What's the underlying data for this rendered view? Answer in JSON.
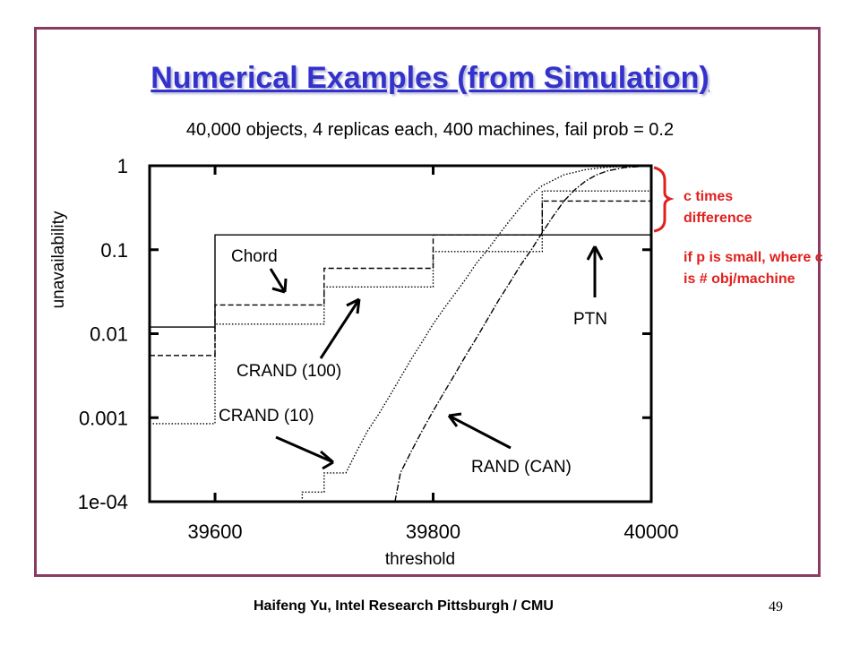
{
  "slide": {
    "title": "Numerical Examples (from Simulation)",
    "subtitle": "40,000 objects, 4 replicas each, 400 machines, fail prob = 0.2",
    "footer": "Haifeng Yu, Intel Research Pittsburgh / CMU",
    "page_number": "49",
    "annotation_1": "c times difference",
    "annotation_2": "if p is small, where c is # obj/machine",
    "colors": {
      "frame": "#8b3a62",
      "title": "#3333cc",
      "annotation": "#e0201e",
      "brace": "#e0201e"
    }
  },
  "chart_data": {
    "type": "line",
    "title": "",
    "xlabel": "threshold",
    "ylabel": "unavailability",
    "y_scale": "log",
    "xlim": [
      39540,
      40000
    ],
    "ylim": [
      0.0001,
      1
    ],
    "x_ticks": [
      39600,
      39800,
      40000
    ],
    "x_tick_labels": [
      "39600",
      "39800",
      "40000"
    ],
    "y_ticks": [
      1,
      0.1,
      0.01,
      0.001,
      0.0001
    ],
    "y_tick_labels": [
      "1",
      "0.1",
      "0.01",
      "0.001",
      "1e-04"
    ],
    "grid": false,
    "series": [
      {
        "name": "PTN",
        "style": "solid",
        "points": [
          [
            39540,
            0.012
          ],
          [
            39600,
            0.012
          ],
          [
            39600,
            0.15
          ],
          [
            39800,
            0.15
          ],
          [
            40000,
            0.15
          ]
        ]
      },
      {
        "name": "Chord",
        "style": "dashed",
        "points": [
          [
            39540,
            0.0055
          ],
          [
            39600,
            0.0055
          ],
          [
            39600,
            0.022
          ],
          [
            39700,
            0.022
          ],
          [
            39700,
            0.06
          ],
          [
            39800,
            0.06
          ],
          [
            39800,
            0.15
          ],
          [
            39900,
            0.15
          ],
          [
            39900,
            0.38
          ],
          [
            40000,
            0.38
          ]
        ]
      },
      {
        "name": "CRAND (100)",
        "style": "dotted",
        "points": [
          [
            39540,
            0.00085
          ],
          [
            39600,
            0.00085
          ],
          [
            39600,
            0.013
          ],
          [
            39700,
            0.013
          ],
          [
            39700,
            0.036
          ],
          [
            39800,
            0.036
          ],
          [
            39800,
            0.095
          ],
          [
            39900,
            0.095
          ],
          [
            39900,
            0.5
          ],
          [
            40000,
            0.5
          ]
        ]
      },
      {
        "name": "CRAND (10)",
        "style": "dotted",
        "points": [
          [
            39680,
            0.0001
          ],
          [
            39680,
            0.00013
          ],
          [
            39700,
            0.00013
          ],
          [
            39700,
            0.00022
          ],
          [
            39720,
            0.00022
          ],
          [
            39730,
            0.0004
          ],
          [
            39740,
            0.0007
          ],
          [
            39750,
            0.0011
          ],
          [
            39760,
            0.0018
          ],
          [
            39770,
            0.003
          ],
          [
            39780,
            0.005
          ],
          [
            39790,
            0.008
          ],
          [
            39800,
            0.013
          ],
          [
            39810,
            0.02
          ],
          [
            39820,
            0.03
          ],
          [
            39830,
            0.045
          ],
          [
            39840,
            0.07
          ],
          [
            39850,
            0.1
          ],
          [
            39860,
            0.15
          ],
          [
            39870,
            0.22
          ],
          [
            39880,
            0.32
          ],
          [
            39890,
            0.45
          ],
          [
            39900,
            0.58
          ],
          [
            39920,
            0.78
          ],
          [
            39940,
            0.9
          ],
          [
            39960,
            0.96
          ],
          [
            39980,
            0.99
          ],
          [
            40000,
            1
          ]
        ]
      },
      {
        "name": "RAND (CAN)",
        "style": "dashdot",
        "points": [
          [
            39765,
            0.0001
          ],
          [
            39770,
            0.00022
          ],
          [
            39780,
            0.0004
          ],
          [
            39790,
            0.0007
          ],
          [
            39800,
            0.0012
          ],
          [
            39810,
            0.002
          ],
          [
            39820,
            0.0033
          ],
          [
            39830,
            0.0055
          ],
          [
            39840,
            0.009
          ],
          [
            39850,
            0.015
          ],
          [
            39860,
            0.025
          ],
          [
            39870,
            0.04
          ],
          [
            39880,
            0.065
          ],
          [
            39890,
            0.1
          ],
          [
            39900,
            0.16
          ],
          [
            39910,
            0.25
          ],
          [
            39920,
            0.38
          ],
          [
            39930,
            0.52
          ],
          [
            39940,
            0.66
          ],
          [
            39950,
            0.78
          ],
          [
            39960,
            0.87
          ],
          [
            39975,
            0.95
          ],
          [
            40000,
            1
          ]
        ]
      }
    ],
    "labels": [
      {
        "text": "Chord",
        "series": "Chord"
      },
      {
        "text": "CRAND (100)",
        "series": "CRAND (100)"
      },
      {
        "text": "CRAND (10)",
        "series": "CRAND (10)"
      },
      {
        "text": "RAND (CAN)",
        "series": "RAND (CAN)"
      },
      {
        "text": "PTN",
        "series": "PTN"
      }
    ]
  }
}
